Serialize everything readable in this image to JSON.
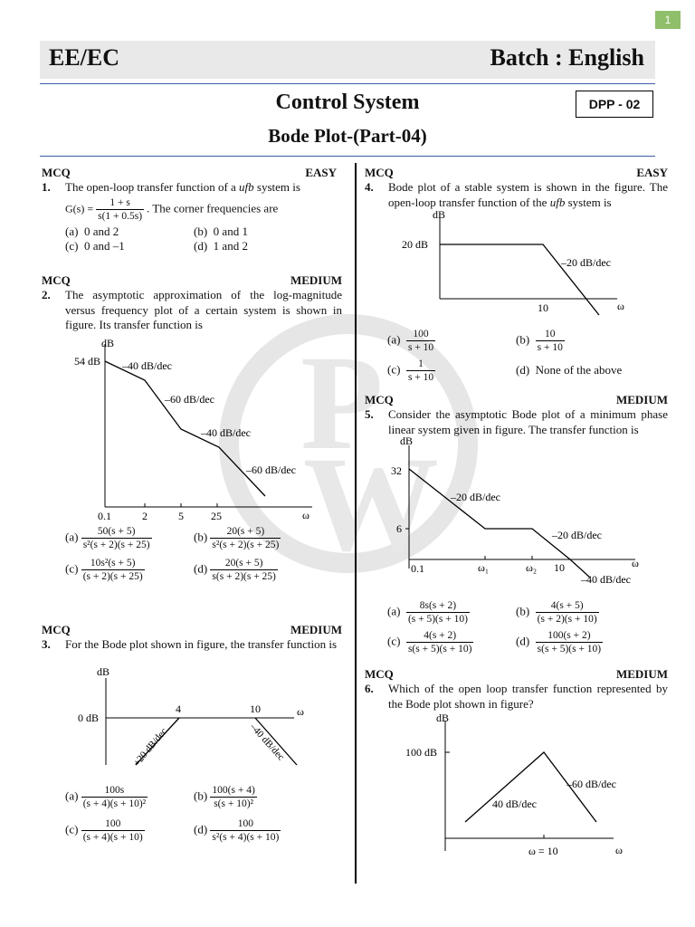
{
  "page_number": "1",
  "header": {
    "left": "EE/EC",
    "right": "Batch : English"
  },
  "title": "Control System",
  "subtitle": "Bode Plot-(Part-04)",
  "dpp": "DPP - 02",
  "questions": [
    {
      "type": "MCQ",
      "level": "EASY",
      "num": "1.",
      "text_a": "The open-loop transfer function of a ",
      "text_em": "ufb",
      "text_b": " system is",
      "gs": "G(s) =",
      "gs_num": "1 + s",
      "gs_den": "s(1 + 0.5s)",
      "gs_tail": ". The corner frequencies are",
      "options": [
        {
          "k": "(a)",
          "v": "0 and 2"
        },
        {
          "k": "(b)",
          "v": "0 and 1"
        },
        {
          "k": "(c)",
          "v": "0 and –1"
        },
        {
          "k": "(d)",
          "v": "1 and 2"
        }
      ]
    },
    {
      "type": "MCQ",
      "level": "MEDIUM",
      "num": "2.",
      "text": "The asymptotic approximation of the log-magnitude versus frequency plot of a certain system is shown in figure. Its transfer function is",
      "plot": {
        "ylabel": "dB",
        "y0": "54 dB",
        "slopes": [
          "–40 dB/dec",
          "–60 dB/dec",
          "–40 dB/dec",
          "–60 dB/dec"
        ],
        "xticks": [
          "0.1",
          "2",
          "5",
          "25"
        ],
        "xlabel": "ω"
      },
      "options": [
        {
          "k": "(a)",
          "n": "50(s + 5)",
          "d": "s²(s + 2)(s + 25)"
        },
        {
          "k": "(b)",
          "n": "20(s + 5)",
          "d": "s²(s + 2)(s + 25)"
        },
        {
          "k": "(c)",
          "n": "10s²(s + 5)",
          "d": "(s + 2)(s + 25)"
        },
        {
          "k": "(d)",
          "n": "20(s + 5)",
          "d": "s(s + 2)(s + 25)"
        }
      ]
    },
    {
      "type": "MCQ",
      "level": "MEDIUM",
      "num": "3.",
      "text": "For the Bode plot shown in figure, the transfer function is",
      "plot": {
        "ylabel": "dB",
        "y0": "0 dB",
        "x1": "4",
        "x2": "10",
        "xlabel": "ω",
        "s1": "+20 dB/dec",
        "s2": "–40 dB/dec"
      },
      "options": [
        {
          "k": "(a)",
          "n": "100s",
          "d": "(s + 4)(s + 10)²"
        },
        {
          "k": "(b)",
          "n": "100(s + 4)",
          "d": "s(s + 10)²"
        },
        {
          "k": "(c)",
          "n": "100",
          "d": "(s + 4)(s + 10)"
        },
        {
          "k": "(d)",
          "n": "100",
          "d": "s²(s + 4)(s + 10)"
        }
      ]
    },
    {
      "type": "MCQ",
      "level": "EASY",
      "num": "4.",
      "text_a": "Bode plot of a stable system is shown in the figure. The open-loop transfer function of the ",
      "text_em": "ufb",
      "text_b": " system is",
      "plot": {
        "ylabel": "dB",
        "y0": "20 dB",
        "slope": "–20 dB/dec",
        "x1": "10",
        "xlabel": "ω"
      },
      "options": [
        {
          "k": "(a)",
          "n": "100",
          "d": "s + 10"
        },
        {
          "k": "(b)",
          "n": "10",
          "d": "s + 10"
        },
        {
          "k": "(c)",
          "n": "1",
          "d": "s + 10"
        },
        {
          "k": "(d)",
          "v": "None of the above"
        }
      ]
    },
    {
      "type": "MCQ",
      "level": "MEDIUM",
      "num": "5.",
      "text": "Consider the asymptotic Bode plot of a minimum phase linear system given in figure. The transfer function is",
      "plot": {
        "ylabel": "dB",
        "y1": "32",
        "y2": "6",
        "x0": "0.1",
        "w1": "ω₁",
        "w2": "ω₂",
        "x3": "10",
        "xlabel": "ω",
        "s1": "–20 dB/dec",
        "s2": "–20 dB/dec",
        "s3": "–40 dB/dec"
      },
      "options": [
        {
          "k": "(a)",
          "n": "8s(s + 2)",
          "d": "(s + 5)(s + 10)"
        },
        {
          "k": "(b)",
          "n": "4(s + 5)",
          "d": "(s + 2)(s + 10)"
        },
        {
          "k": "(c)",
          "n": "4(s + 2)",
          "d": "s(s + 5)(s + 10)"
        },
        {
          "k": "(d)",
          "n": "100(s + 2)",
          "d": "s(s + 5)(s + 10)"
        }
      ]
    },
    {
      "type": "MCQ",
      "level": "MEDIUM",
      "num": "6.",
      "text": "Which of the open loop transfer function represented by the Bode plot shown in figure?",
      "plot": {
        "ylabel": "dB",
        "y0": "100 dB",
        "s1": "40 dB/dec",
        "s2": "–60 dB/dec",
        "x1": "ω = 10",
        "xlabel": "ω"
      }
    }
  ]
}
